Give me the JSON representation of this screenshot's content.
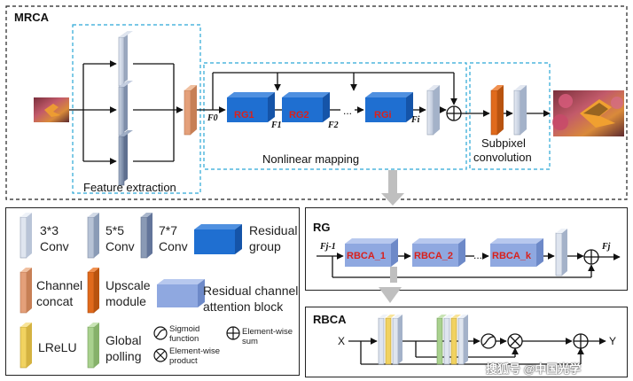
{
  "mrca": {
    "title": "MRCA",
    "feature_extraction_label": "Feature extraction",
    "nonlinear_mapping_label": "Nonlinear mapping",
    "subpixel_label_line1": "Subpixel",
    "subpixel_label_line2": "convolution",
    "rg_blocks": [
      "RG1",
      "RG2",
      "RGi"
    ],
    "dots": "...",
    "f_labels": {
      "f0": "F0",
      "f1": "F1",
      "f2": "F2",
      "fi": "Fi"
    }
  },
  "legend": {
    "conv3": "3*3\nConv",
    "conv5": "5*5\nConv",
    "conv7": "7*7\nConv",
    "residual_group": "Residual\ngroup",
    "channel_concat": "Channel\nconcat",
    "upscale_module": "Upscale\nmodule",
    "rcab": "Residual channel\nattention block",
    "lrelu": "LReLU",
    "global_pooling": "Global\npolling",
    "sigmoid": "Sigmoid\nfunction",
    "elementwise_sum": "Element-wise\nsum",
    "elementwise_product": "Element-wise\nproduct"
  },
  "rg": {
    "title": "RG",
    "blocks": [
      "RBCA_1",
      "RBCA_2",
      "RBCA_k"
    ],
    "dots": "...",
    "f_in": "Fj-1",
    "f_out": "Fj"
  },
  "rbca": {
    "title": "RBCA",
    "x_label": "X",
    "y_label": "Y"
  },
  "watermark": "搜狐号 @中国光学",
  "colors": {
    "dash": "#2aa7d6",
    "rg_blue": "#1f6fd1",
    "rcab_blue": "#8fa8e0",
    "concat": "#e4a07a",
    "upscale": "#e06a1c",
    "lrelu": "#f1d260",
    "pool": "#a9d18e",
    "conv3": "#c9d2e2",
    "conv5": "#a4b2c9",
    "conv7": "#7d8eaa"
  }
}
